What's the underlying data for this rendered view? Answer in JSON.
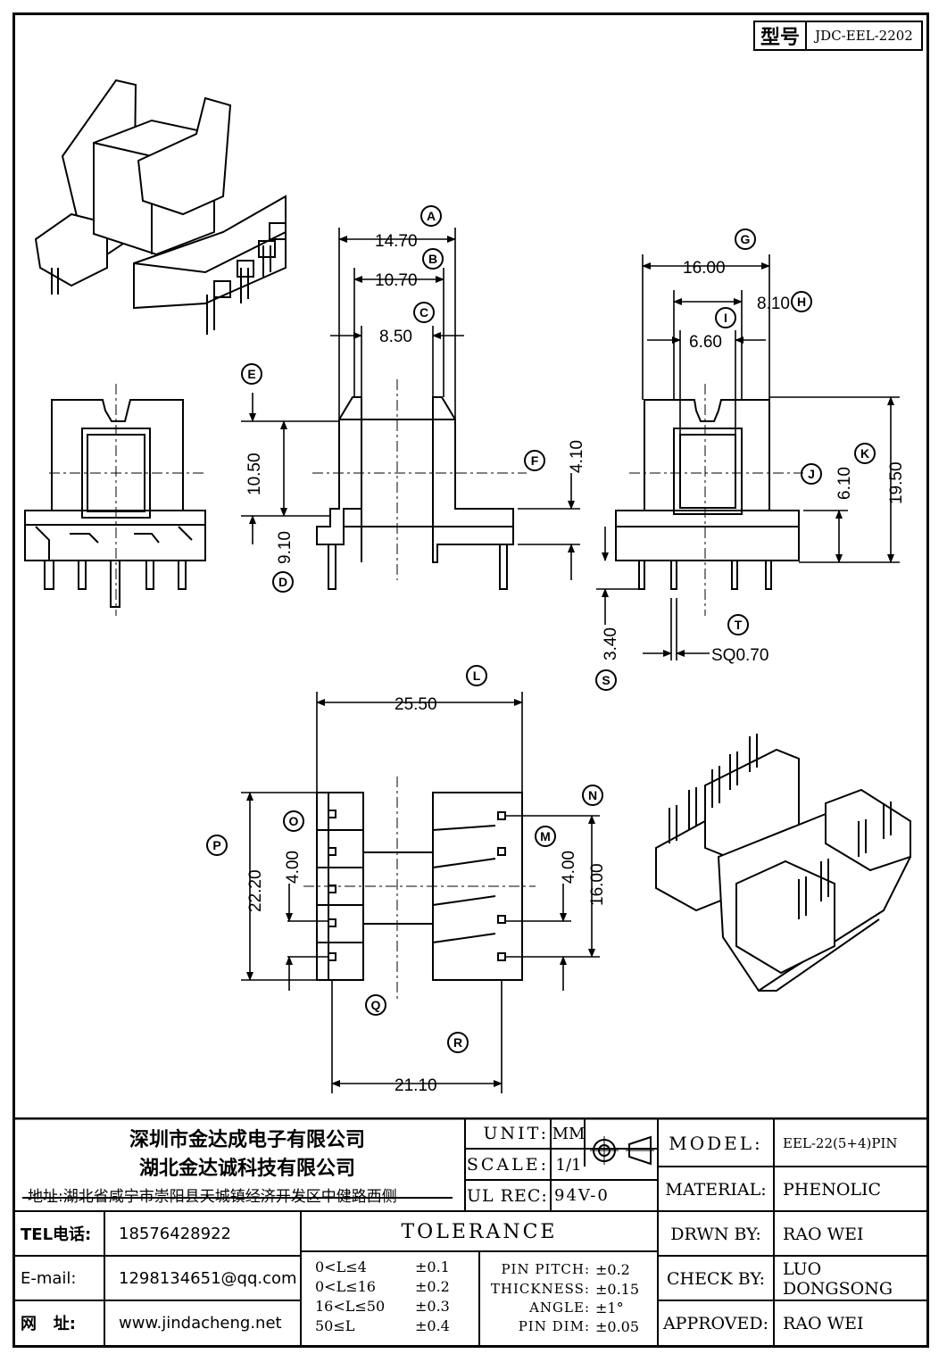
{
  "header": {
    "type_label": "型号",
    "part_number": "JDC-EEL-2202"
  },
  "dimensions": {
    "A": "14.70",
    "B": "10.70",
    "C": "8.50",
    "D": "9.10",
    "E": "10.50",
    "F": "4.10",
    "G": "16.00",
    "H": "8.10",
    "I": "6.60",
    "J": "6.10",
    "K": "19.50",
    "L": "25.50",
    "M": "4.00",
    "N": "16.00",
    "O": "4.00",
    "P": "22.20",
    "R": "21.10",
    "S": "3.40",
    "T": "SQ0.70"
  },
  "labels": [
    "A",
    "B",
    "C",
    "D",
    "E",
    "F",
    "G",
    "H",
    "I",
    "J",
    "K",
    "L",
    "M",
    "N",
    "O",
    "P",
    "Q",
    "R",
    "S",
    "T"
  ],
  "company": {
    "name1": "深圳市金达成电子有限公司",
    "name2": "湖北金达诚科技有限公司",
    "address": "地址:湖北省咸宁市崇阳县天城镇经济开发区中健路西侧",
    "tel_label": "TEL电话:",
    "tel": "18576428922",
    "email_label": "E-mail:",
    "email": "1298134651@qq.com",
    "web_label": "网   址:",
    "web": "www.jindacheng.net"
  },
  "specs": {
    "unit_label": "UNIT:",
    "unit": "MM",
    "scale_label": "SCALE:",
    "scale": "1/1",
    "ul_label": "UL REC:",
    "ul": "94V-0",
    "tolerance_title": "TOLERANCE",
    "tolerances": [
      {
        "range": "0<L≤4",
        "value": "±0.1"
      },
      {
        "range": "0<L≤16",
        "value": "±0.2"
      },
      {
        "range": "16<L≤50",
        "value": "±0.3"
      },
      {
        "range": "50≤L",
        "value": "±0.4"
      }
    ],
    "pin": [
      {
        "label": "PIN PITCH:",
        "value": "±0.2"
      },
      {
        "label": "THICKNESS:",
        "value": "±0.15"
      },
      {
        "label": "ANGLE:",
        "value": "±1°"
      },
      {
        "label": "PIN DIM:",
        "value": "±0.05"
      }
    ]
  },
  "info": {
    "model_label": "MODEL:",
    "model": "EEL-22(5+4)PIN",
    "material_label": "MATERIAL:",
    "material": "PHENOLIC",
    "drawn_label": "DRWN BY:",
    "drawn": "RAO WEI",
    "check_label": "CHECK BY:",
    "check": "LUO DONGSONG",
    "approved_label": "APPROVED:",
    "approved": "RAO WEI"
  }
}
